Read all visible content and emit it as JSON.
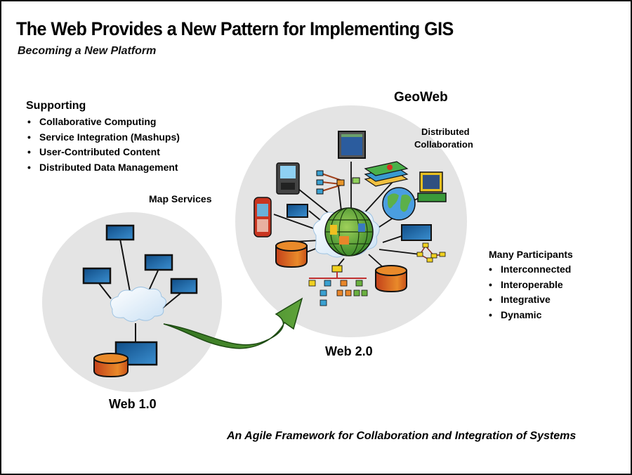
{
  "title": "The Web Provides a New Pattern for Implementing GIS",
  "subtitle": "Becoming a New Platform",
  "supporting": {
    "heading": "Supporting",
    "items": [
      "Collaborative Computing",
      "Service Integration (Mashups)",
      "User-Contributed Content",
      "Distributed Data Management"
    ]
  },
  "participants": {
    "heading": "Many Participants",
    "items": [
      "Interconnected",
      "Interoperable",
      "Integrative",
      "Dynamic"
    ]
  },
  "labels": {
    "map_services": "Map Services",
    "geoweb": "GeoWeb",
    "distributed_line1": "Distributed",
    "distributed_line2": "Collaboration",
    "web1": "Web 1.0",
    "web2": "Web 2.0"
  },
  "footer": "An Agile Framework for Collaboration and Integration of Systems",
  "bullet_glyph": "•",
  "colors": {
    "circle_bg": "#e4e4e4",
    "screen_blue": "#1f6aa5",
    "database_orange": "#d9531c",
    "arrow_green": "#4a8a2e",
    "cloud": "#e8f2fb"
  }
}
